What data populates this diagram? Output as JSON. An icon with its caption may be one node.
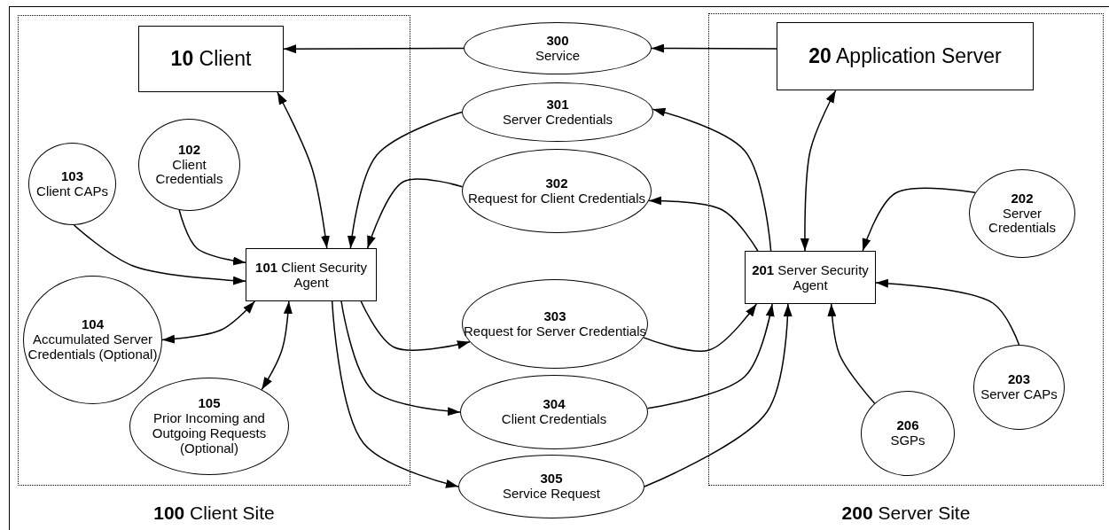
{
  "diagram": {
    "nodes": [
      {
        "text": [
          "**100** Client Site"
        ]
      },
      {
        "text": [
          "**10** Client"
        ],
        "in": 0
      },
      {
        "text": [
          "102",
          "Client Credentials"
        ],
        "in": 0
      },
      {
        "text": [
          "103",
          "Client CAPs"
        ],
        "in": 0
      },
      {
        "text": [
          "**101** Client Security Agent"
        ],
        "in": 0
      },
      {
        "text": [
          "104",
          "Accumulated Server Credentials (Optional)"
        ],
        "in": 0
      },
      {
        "text": [
          "105",
          "Prior Incoming and Outgoing Requests (Optional)"
        ],
        "in": 0
      },
      {
        "text": [
          "**200** Server Site"
        ]
      },
      {
        "text": [
          "**20** Application Server"
        ],
        "in": 7
      },
      {
        "text": [
          "202",
          "Server Credentials"
        ],
        "in": 7
      },
      {
        "text": [
          "**201** Server Security Agent"
        ],
        "in": 7
      },
      {
        "text": [
          "203",
          "Server CAPs"
        ],
        "in": 7
      },
      {
        "text": [
          "206",
          "SGPs"
        ],
        "in": 7
      },
      {
        "text": [
          "300",
          "Service"
        ]
      },
      {
        "text": [
          "301",
          "Server Credentials"
        ]
      },
      {
        "text": [
          "302",
          "Request for Client Credentials"
        ]
      },
      {
        "text": [
          "303",
          "Request for Server Credentials"
        ]
      },
      {
        "text": [
          "304",
          "Client Credentials"
        ]
      },
      {
        "text": [
          "305",
          "Service Request"
        ]
      }
    ],
    "edges": [
      {
        "from": 13,
        "to": 1,
        "arrow": "to"
      },
      {
        "from": 8,
        "to": 13,
        "arrow": "to"
      },
      {
        "from": 1,
        "to": 4,
        "arrow": "both"
      },
      {
        "from": 2,
        "to": 4,
        "arrow": "to"
      },
      {
        "from": 3,
        "to": 4,
        "arrow": "to"
      },
      {
        "from": 4,
        "to": 5,
        "arrow": "both"
      },
      {
        "from": 4,
        "to": 6,
        "arrow": "both"
      },
      {
        "from": 14,
        "to": 4,
        "arrow": "to"
      },
      {
        "from": 15,
        "to": 4,
        "arrow": "to"
      },
      {
        "from": 4,
        "to": 16,
        "arrow": "to"
      },
      {
        "from": 4,
        "to": 17,
        "arrow": "to"
      },
      {
        "from": 4,
        "to": 18,
        "arrow": "to"
      },
      {
        "from": 10,
        "to": 14,
        "arrow": "to"
      },
      {
        "from": 10,
        "to": 15,
        "arrow": "to"
      },
      {
        "from": 16,
        "to": 10,
        "arrow": "to"
      },
      {
        "from": 17,
        "to": 10,
        "arrow": "to"
      },
      {
        "from": 18,
        "to": 10,
        "arrow": "to"
      },
      {
        "from": 8,
        "to": 10,
        "arrow": "both"
      },
      {
        "from": 9,
        "to": 10,
        "arrow": "to"
      },
      {
        "from": 11,
        "to": 10,
        "arrow": "to"
      },
      {
        "from": 12,
        "to": 10,
        "arrow": "to"
      }
    ]
  }
}
